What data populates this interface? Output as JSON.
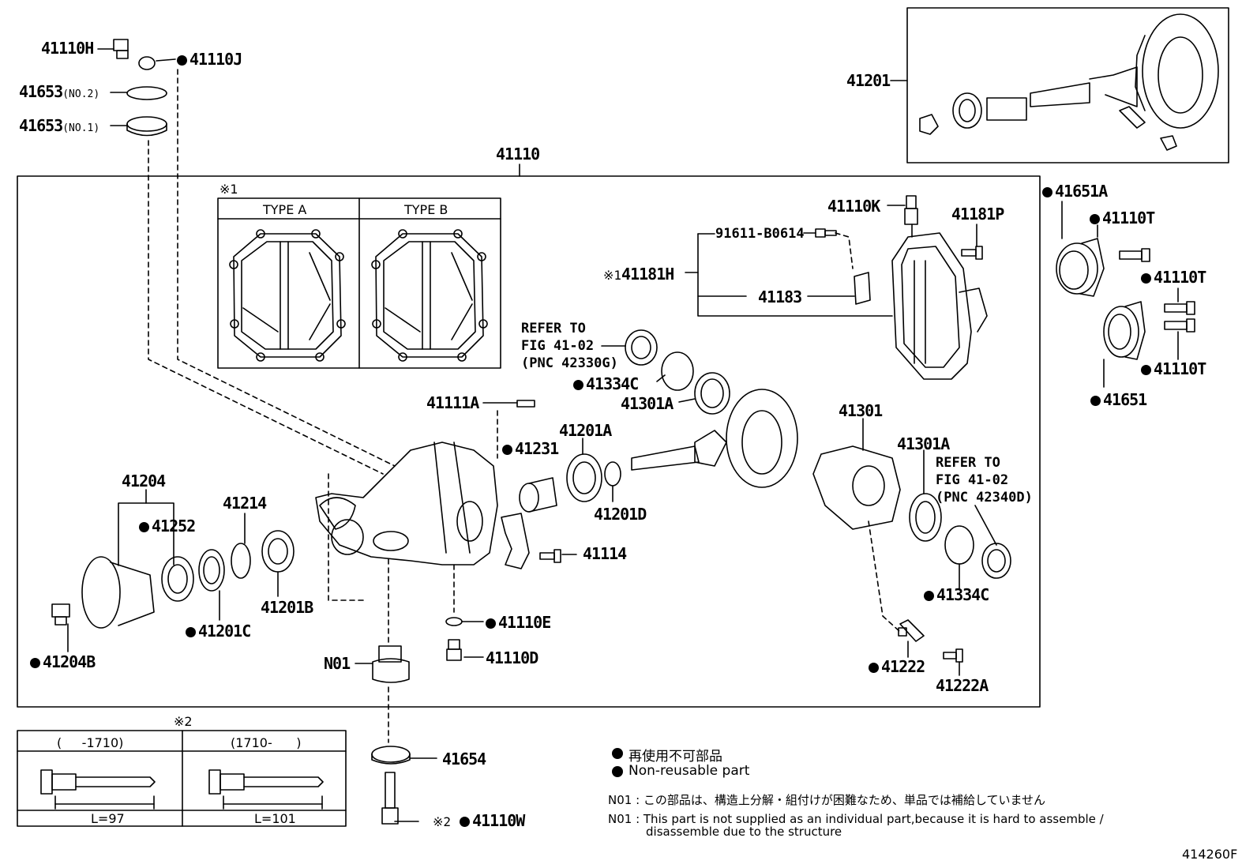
{
  "figure_code": "414260F",
  "group_label": "41110",
  "parts": {
    "p41110H": "41110H",
    "p41110J": "41110J",
    "p41653n2": "41653",
    "p41653n2_sub": "(NO.2)",
    "p41653n1": "41653",
    "p41653n1_sub": "(NO.1)",
    "p41201": "41201",
    "p41651A": "41651A",
    "p41110T_a": "41110T",
    "p41110T_b": "41110T",
    "p41110T_c": "41110T",
    "p41651": "41651",
    "p41110K": "41110K",
    "p41181P": "41181P",
    "p91611": "91611-B0614",
    "p41181H_mark": "※1",
    "p41181H": "41181H",
    "p41183": "41183",
    "refer1_line1": "REFER TO",
    "refer1_line2": "FIG 41-02",
    "refer1_line3": "(PNC 42330G)",
    "p41334C_a": "41334C",
    "p41301A_a": "41301A",
    "p41111A": "41111A",
    "p41231": "41231",
    "p41201A": "41201A",
    "p41201D": "41201D",
    "p41301": "41301",
    "p41301A_b": "41301A",
    "refer2_line1": "REFER TO",
    "refer2_line2": "FIG 41-02",
    "refer2_line3": "(PNC 42340D)",
    "p41334C_b": "41334C",
    "p41204": "41204",
    "p41252": "41252",
    "p41214": "41214",
    "p41201B": "41201B",
    "p41201C": "41201C",
    "p41204B": "41204B",
    "p41114": "41114",
    "p41110E": "41110E",
    "p41110D": "41110D",
    "pN01": "N01",
    "p41222": "41222",
    "p41222A": "41222A",
    "p41654": "41654",
    "p41110W_mark": "※2",
    "p41110W": "41110W"
  },
  "inset1": {
    "mark": "※1",
    "type_a": "TYPE A",
    "type_b": "TYPE B"
  },
  "inset2": {
    "mark": "※2",
    "col1": "(     -1710)",
    "col2": "(1710-      )",
    "len1": "L=97",
    "len2": "L=101"
  },
  "legend": {
    "jp": "再使用不可部品",
    "en": "Non-reusable part",
    "n01_jp": "N01 : この部品は、構造上分解・組付けが困難なため、単品では補給していません",
    "n01_en_1": "N01 : This part is not supplied as an individual part,because it is hard to assemble /",
    "n01_en_2": "disassemble due to the structure"
  }
}
